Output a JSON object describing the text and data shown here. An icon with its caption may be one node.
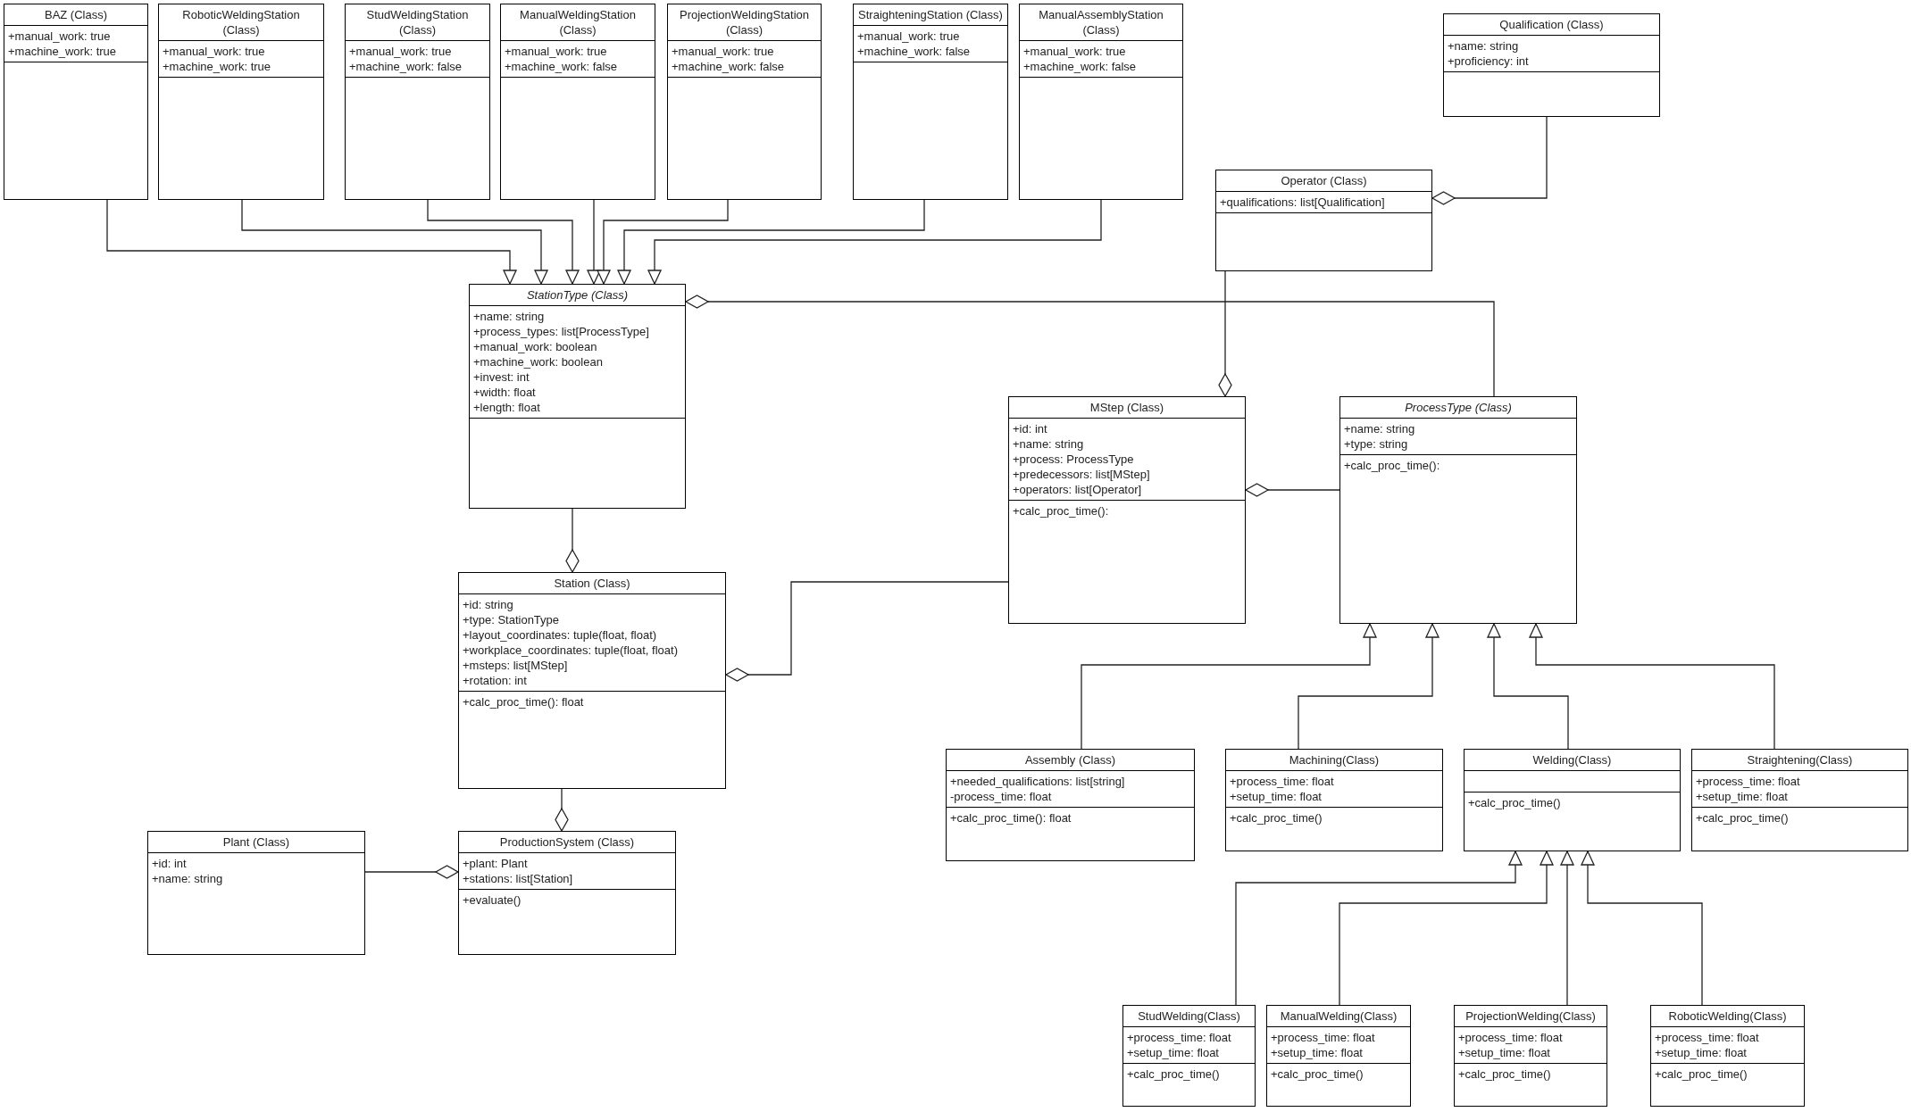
{
  "diagram": {
    "nodes": [
      {
        "text": [
          "BAZ (Class)",
          "+manual_work: true",
          "+machine_work: true"
        ]
      },
      {
        "text": [
          "RoboticWeldingStation (Class)",
          "+manual_work: true",
          "+machine_work: true"
        ]
      },
      {
        "text": [
          "StudWeldingStation (Class)",
          "+manual_work: true",
          "+machine_work: false"
        ]
      },
      {
        "text": [
          "ManualWeldingStation (Class)",
          "+manual_work: true",
          "+machine_work: false"
        ]
      },
      {
        "text": [
          "ProjectionWeldingStation (Class)",
          "+manual_work: true",
          "+machine_work: false"
        ]
      },
      {
        "text": [
          "StraighteningStation (Class)",
          "+manual_work: true",
          "+machine_work: false"
        ]
      },
      {
        "text": [
          "ManualAssemblyStation (Class)",
          "+manual_work: true",
          "+machine_work: false"
        ]
      },
      {
        "text": [
          "Qualification (Class)",
          "+name: string",
          "+proficiency: int"
        ]
      },
      {
        "text": [
          "Operator (Class)",
          "+qualifications: list[Qualification]"
        ]
      },
      {
        "text": [
          "StationType (Class)",
          "+name: string",
          "+process_types: list[ProcessType]",
          "+manual_work: boolean",
          "+machine_work: boolean",
          "+invest: int",
          "+width: float",
          "+length: float"
        ]
      },
      {
        "text": [
          "MStep (Class)",
          "+id: int",
          "+name: string",
          "+process: ProcessType",
          "+predecessors: list[MStep]",
          "+operators: list[Operator]",
          "+calc_proc_time():"
        ]
      },
      {
        "text": [
          "ProcessType (Class)",
          "+name: string",
          "+type: string",
          "+calc_proc_time():"
        ]
      },
      {
        "text": [
          "Station (Class)",
          "+id: string",
          "+type: StationType",
          "+layout_coordinates: tuple(float, float)",
          "+workplace_coordinates: tuple(float, float)",
          "+msteps: list[MStep]",
          "+rotation: int",
          "+calc_proc_time(): float"
        ]
      },
      {
        "text": [
          "Assembly (Class)",
          "+needed_qualifications: list[string]",
          "-process_time: float",
          "+calc_proc_time(): float"
        ]
      },
      {
        "text": [
          "Machining(Class)",
          "+process_time: float",
          "+setup_time: float",
          "+calc_proc_time()"
        ]
      },
      {
        "text": [
          "Welding(Class)",
          "+calc_proc_time()"
        ]
      },
      {
        "text": [
          "Straightening(Class)",
          "+process_time: float",
          "+setup_time: float",
          "+calc_proc_time()"
        ]
      },
      {
        "text": [
          "Plant (Class)",
          "+id: int",
          "+name: string"
        ]
      },
      {
        "text": [
          "ProductionSystem (Class)",
          "+plant: Plant",
          "+stations: list[Station]",
          "+evaluate()"
        ]
      },
      {
        "text": [
          "StudWelding(Class)",
          "+process_time: float",
          "+setup_time: float",
          "+calc_proc_time()"
        ]
      },
      {
        "text": [
          "ManualWelding(Class)",
          "+process_time: float",
          "+setup_time: float",
          "+calc_proc_time()"
        ]
      },
      {
        "text": [
          "ProjectionWelding(Class)",
          "+process_time: float",
          "+setup_time: float",
          "+calc_proc_time()"
        ]
      },
      {
        "text": [
          "RoboticWelding(Class)",
          "+process_time: float",
          "+setup_time: float",
          "+calc_proc_time()"
        ]
      }
    ],
    "edges": [
      {
        "from": 0,
        "to": 9,
        "arrow": "to"
      },
      {
        "from": 1,
        "to": 9,
        "arrow": "to"
      },
      {
        "from": 2,
        "to": 9,
        "arrow": "to"
      },
      {
        "from": 3,
        "to": 9,
        "arrow": "to"
      },
      {
        "from": 4,
        "to": 9,
        "arrow": "to"
      },
      {
        "from": 5,
        "to": 9,
        "arrow": "to"
      },
      {
        "from": 6,
        "to": 9,
        "arrow": "to"
      },
      {
        "from": 7,
        "to": 8,
        "arrow": "other"
      },
      {
        "from": 8,
        "to": 10,
        "arrow": "other"
      },
      {
        "from": 11,
        "to": 9,
        "arrow": "other"
      },
      {
        "from": 11,
        "to": 10,
        "arrow": "other"
      },
      {
        "from": 9,
        "to": 12,
        "arrow": "other"
      },
      {
        "from": 10,
        "to": 12,
        "arrow": "other"
      },
      {
        "from": 12,
        "to": 18,
        "arrow": "other"
      },
      {
        "from": 17,
        "to": 18,
        "arrow": "other"
      },
      {
        "from": 13,
        "to": 11,
        "arrow": "to"
      },
      {
        "from": 14,
        "to": 11,
        "arrow": "to"
      },
      {
        "from": 15,
        "to": 11,
        "arrow": "to"
      },
      {
        "from": 16,
        "to": 11,
        "arrow": "to"
      },
      {
        "from": 19,
        "to": 15,
        "arrow": "to"
      },
      {
        "from": 20,
        "to": 15,
        "arrow": "to"
      },
      {
        "from": 21,
        "to": 15,
        "arrow": "to"
      },
      {
        "from": 22,
        "to": 15,
        "arrow": "to"
      }
    ]
  }
}
